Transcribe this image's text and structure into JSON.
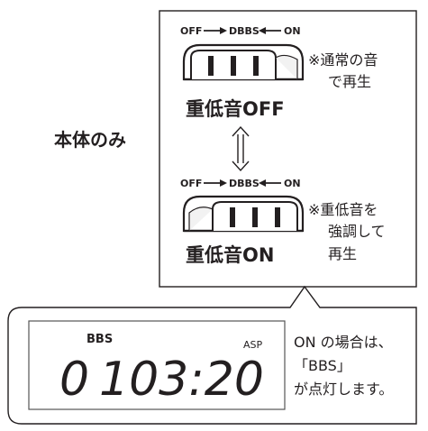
{
  "left_label": "本体のみ",
  "switch_top": {
    "positions": "OFF⟶DBBS⟵ON",
    "pos_off": "OFF",
    "pos_dbbs": "DBBS",
    "pos_on": "ON",
    "note_line1": "※通常の音",
    "note_line2": "で再生",
    "caption": "重低音OFF"
  },
  "switch_bottom": {
    "pos_off": "OFF",
    "pos_dbbs": "DBBS",
    "pos_on": "ON",
    "note_line1": "※重低音を",
    "note_line2": "強調して",
    "note_line3": "再生",
    "caption": "重低音ON"
  },
  "arrow_symbol": "⇕",
  "lcd": {
    "indicator": "BBS",
    "track": "0",
    "time": "103:20",
    "mode": "ASP"
  },
  "callout": {
    "line1": "ON の場合は、",
    "line2": "「BBS」",
    "line3": "が点灯します。"
  },
  "colors": {
    "ink": "#231f20",
    "lcd_border": "#555555",
    "switch_fill": "#ffffff",
    "switch_shade": "#f2f2f2"
  }
}
